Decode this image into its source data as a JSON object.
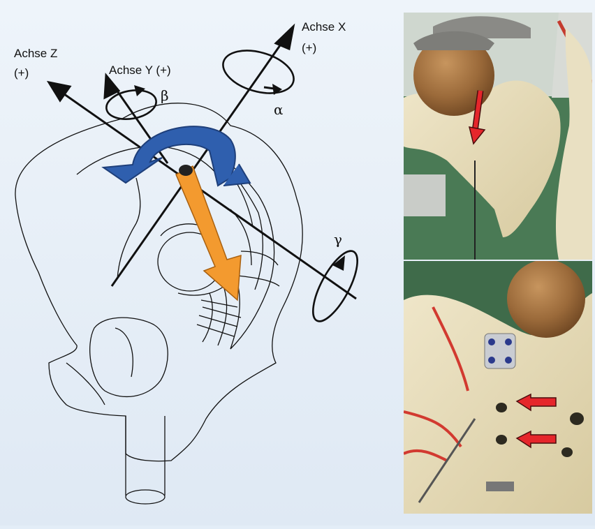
{
  "figure": {
    "labels": {
      "axis_x": "Achse X",
      "axis_x_sign": "(+)",
      "axis_y": "Achse Y (+)",
      "axis_z": "Achse Z",
      "axis_z_sign": "(+)",
      "alpha": "α",
      "beta": "β",
      "gamma": "γ"
    },
    "colors": {
      "background": "#e3edf7",
      "rotation_arrow": "#2f5fae",
      "force_arrow": "#f39a2f",
      "photo_marker": "#e5262b"
    }
  },
  "photos": {
    "top": {
      "marker_count": 1
    },
    "bottom": {
      "marker_count": 2
    }
  }
}
